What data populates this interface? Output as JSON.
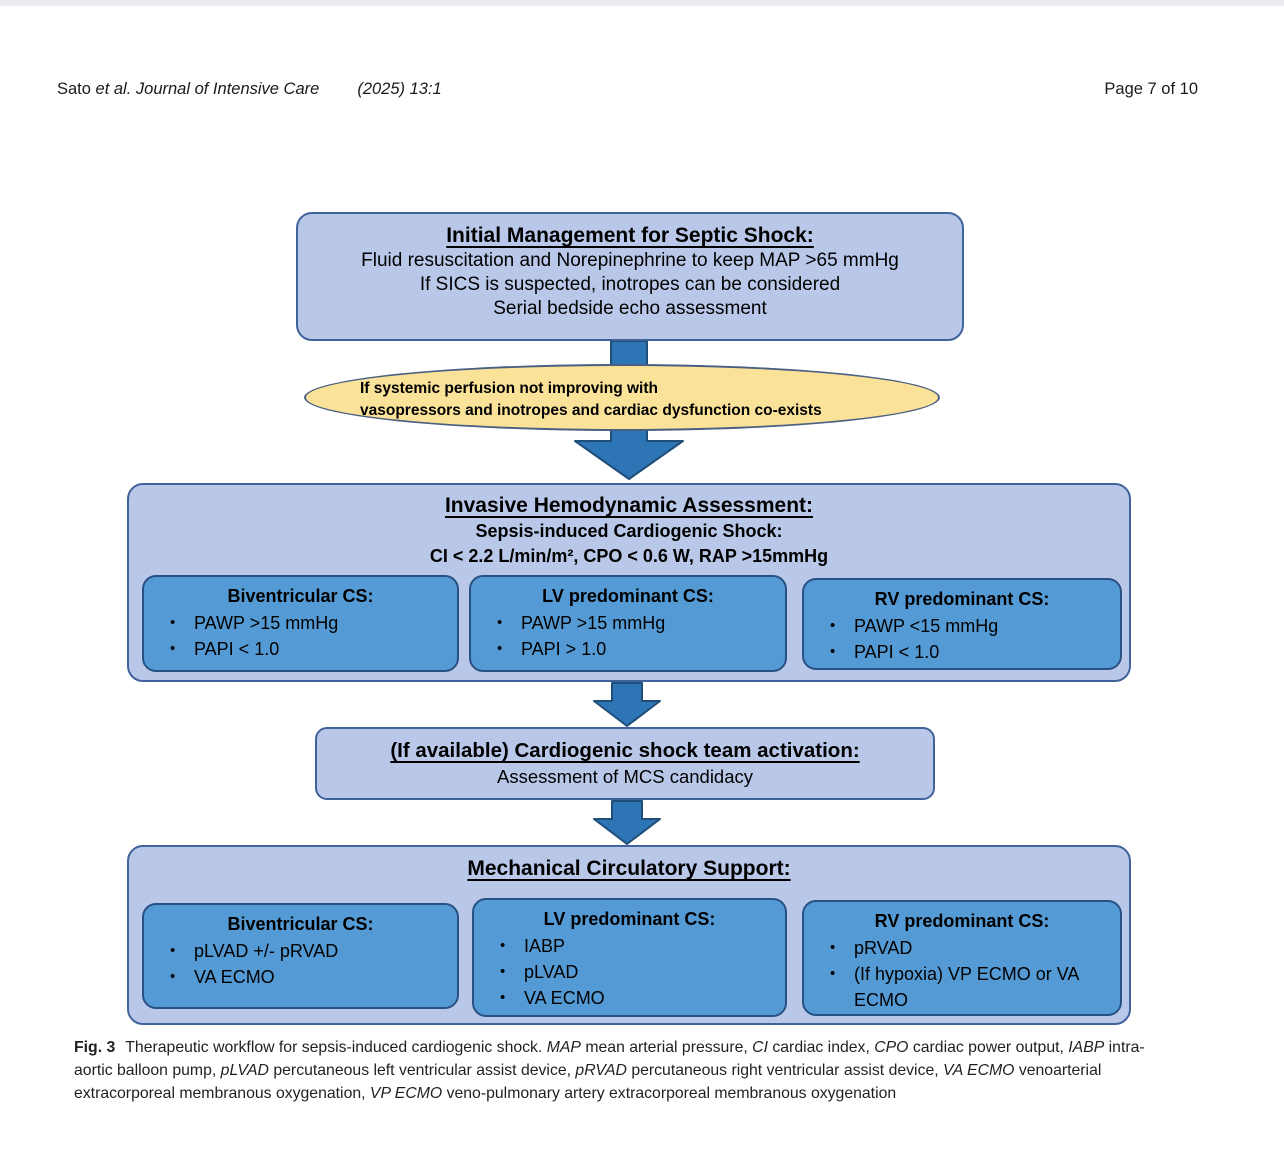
{
  "bullet": "•",
  "header": {
    "authors_segments": [
      {
        "text": "Sato ",
        "italic": false
      },
      {
        "text": "et al. Journal of Intensive Care",
        "italic": true
      }
    ],
    "issue": "(2025) 13:1",
    "page_label": "Page 7 of 10"
  },
  "flowchart": {
    "initial_box": {
      "title": "Initial Management for Septic Shock:",
      "lines": [
        "Fluid resuscitation and Norepinephrine to keep MAP >65 mmHg",
        "If SICS is suspected, inotropes can be considered",
        "Serial bedside echo assessment"
      ]
    },
    "condition_ellipse": {
      "lines": [
        "If systemic perfusion not improving with",
        "vasopressors and inotropes and cardiac dysfunction co-exists"
      ]
    },
    "invasive_box": {
      "title": "Invasive Hemodynamic Assessment:",
      "subtitle": "Sepsis-induced Cardiogenic Shock:",
      "criteria": "CI < 2.2 L/min/m², CPO < 0.6 W, RAP >15mmHg",
      "sub_boxes": [
        {
          "title": "Biventricular CS:",
          "bullets": [
            "PAWP >15 mmHg",
            "PAPI < 1.0"
          ]
        },
        {
          "title": "LV predominant CS:",
          "bullets": [
            "PAWP >15 mmHg",
            "PAPI > 1.0"
          ]
        },
        {
          "title": "RV predominant CS:",
          "bullets": [
            "PAWP <15 mmHg",
            "PAPI < 1.0"
          ]
        }
      ]
    },
    "team_box": {
      "title": "(If available) Cardiogenic shock team activation:",
      "line": "Assessment of MCS candidacy"
    },
    "mcs_box": {
      "title": "Mechanical Circulatory Support:",
      "sub_boxes": [
        {
          "title": "Biventricular CS:",
          "bullets": [
            "pLVAD +/- pRVAD",
            "VA ECMO"
          ]
        },
        {
          "title": "LV predominant CS:",
          "bullets": [
            "IABP",
            "pLVAD",
            "VA ECMO"
          ]
        },
        {
          "title": "RV predominant CS:",
          "bullets": [
            "pRVAD",
            "(If hypoxia) VP ECMO or VA ECMO"
          ]
        }
      ]
    }
  },
  "caption": {
    "label": "Fig. 3",
    "segments": [
      {
        "text": "Therapeutic workflow for sepsis-induced cardiogenic shock. ",
        "italic": false
      },
      {
        "text": "MAP",
        "italic": true
      },
      {
        "text": " mean arterial pressure, ",
        "italic": false
      },
      {
        "text": "CI",
        "italic": true
      },
      {
        "text": " cardiac index, ",
        "italic": false
      },
      {
        "text": "CPO",
        "italic": true
      },
      {
        "text": " cardiac power output, ",
        "italic": false
      },
      {
        "text": "IABP",
        "italic": true
      },
      {
        "text": " intra-aortic balloon pump, ",
        "italic": false
      },
      {
        "text": "pLVAD",
        "italic": true
      },
      {
        "text": " percutaneous left ventricular assist device, ",
        "italic": false
      },
      {
        "text": "pRVAD",
        "italic": true
      },
      {
        "text": " percutaneous right ventricular assist device, ",
        "italic": false
      },
      {
        "text": "VA ECMO",
        "italic": true
      },
      {
        "text": " venoarterial extracorporeal membranous oxygenation, ",
        "italic": false
      },
      {
        "text": "VP ECMO",
        "italic": true
      },
      {
        "text": " veno-pulmonary artery extracorporeal membranous oxygenation",
        "italic": false
      }
    ]
  },
  "colors": {
    "outer_box_fill": "#b9c8e9",
    "outer_box_border": "#41639c",
    "inner_box_fill": "#549bd5",
    "inner_box_border": "#2a5183",
    "arrow_fill": "#2e75b6",
    "arrow_border": "#1f4e79",
    "ellipse_fill": "#fae299",
    "ellipse_border": "#4a5f82"
  }
}
